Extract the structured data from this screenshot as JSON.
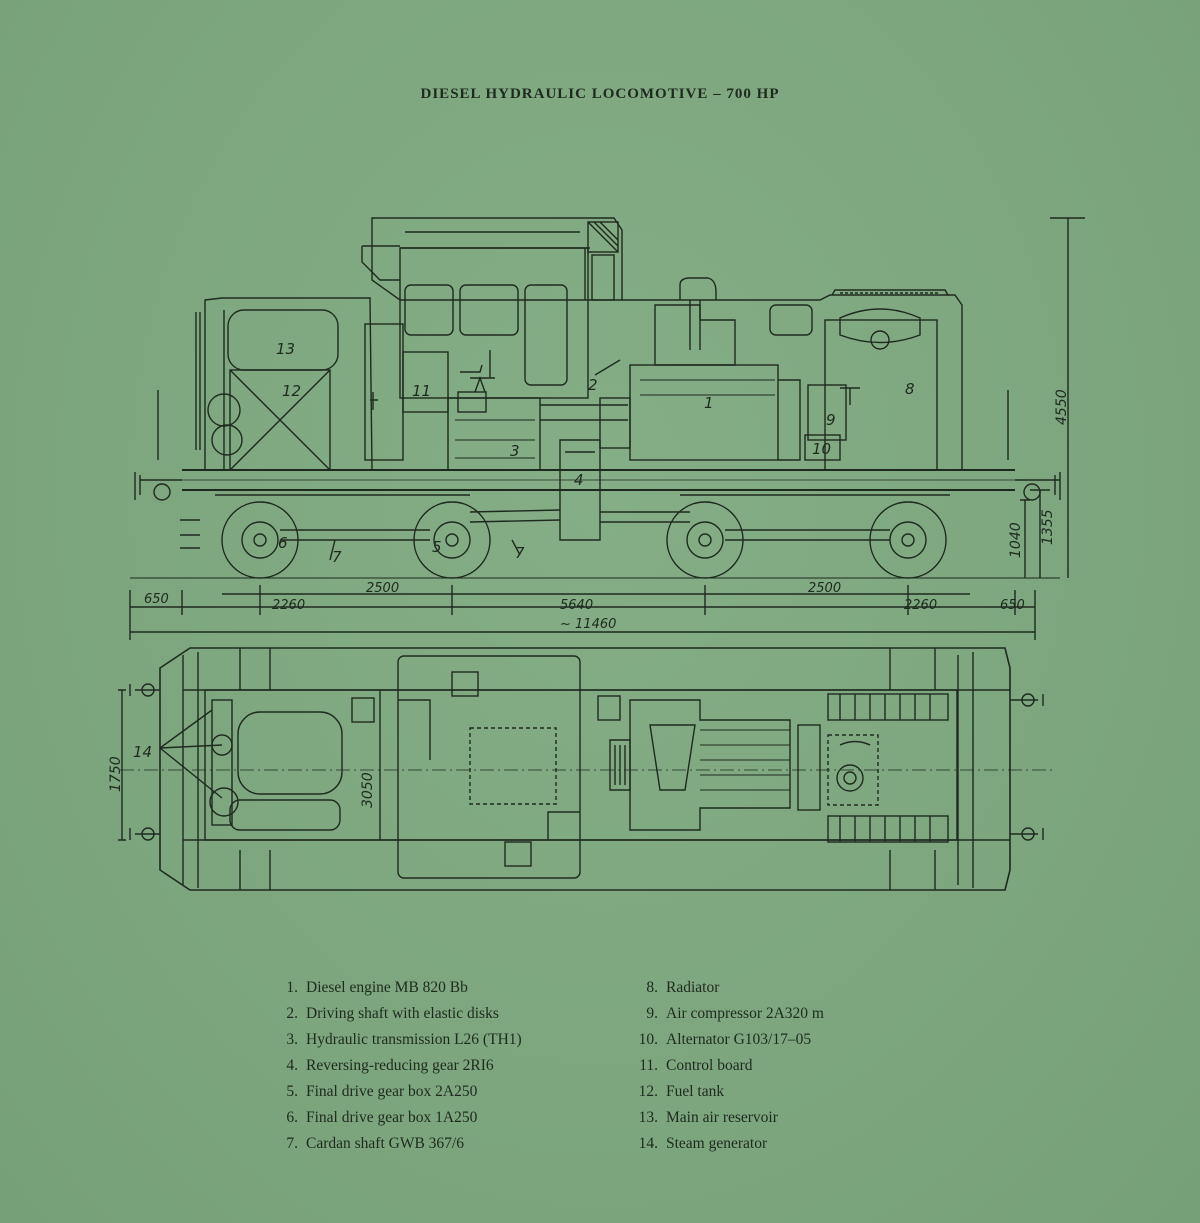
{
  "title": "DIESEL HYDRAULIC LOCOMOTIVE – 700 HP",
  "side_view": {
    "part_labels": [
      "1",
      "2",
      "3",
      "4",
      "5",
      "6",
      "7",
      "7",
      "8",
      "9",
      "10",
      "11",
      "12",
      "13"
    ],
    "dimensions": {
      "height_total": "4550",
      "height_buffer": "1355",
      "height_coupler": "1040",
      "overhang_left": "650",
      "bogie_wheelbase_left": "2500",
      "bogie_offset_left": "2260",
      "bogie_centres": "5640",
      "bogie_wheelbase_right": "2500",
      "bogie_offset_right": "2260",
      "overhang_right": "650",
      "length_total": "~ 11460"
    }
  },
  "plan_view": {
    "part_label": "14",
    "dimensions": {
      "width_outer": "1750",
      "width_body": "3050"
    }
  },
  "legend": {
    "left": [
      {
        "num": "1.",
        "text": "Diesel engine MB 820 Bb"
      },
      {
        "num": "2.",
        "text": "Driving shaft with elastic disks"
      },
      {
        "num": "3.",
        "text": "Hydraulic transmission L26 (TH1)"
      },
      {
        "num": "4.",
        "text": "Reversing-reducing gear 2RI6"
      },
      {
        "num": "5.",
        "text": "Final drive gear box 2A250"
      },
      {
        "num": "6.",
        "text": "Final drive gear box 1A250"
      },
      {
        "num": "7.",
        "text": "Cardan shaft GWB 367/6"
      }
    ],
    "right": [
      {
        "num": "8.",
        "text": "Radiator"
      },
      {
        "num": "9.",
        "text": "Air compressor 2A320 m"
      },
      {
        "num": "10.",
        "text": "Alternator G103/17–05"
      },
      {
        "num": "11.",
        "text": "Control board"
      },
      {
        "num": "12.",
        "text": "Fuel tank"
      },
      {
        "num": "13.",
        "text": "Main air reservoir"
      },
      {
        "num": "14.",
        "text": "Steam generator"
      }
    ]
  },
  "colors": {
    "paper": "#7fa981",
    "ink": "#1e2a1f"
  }
}
